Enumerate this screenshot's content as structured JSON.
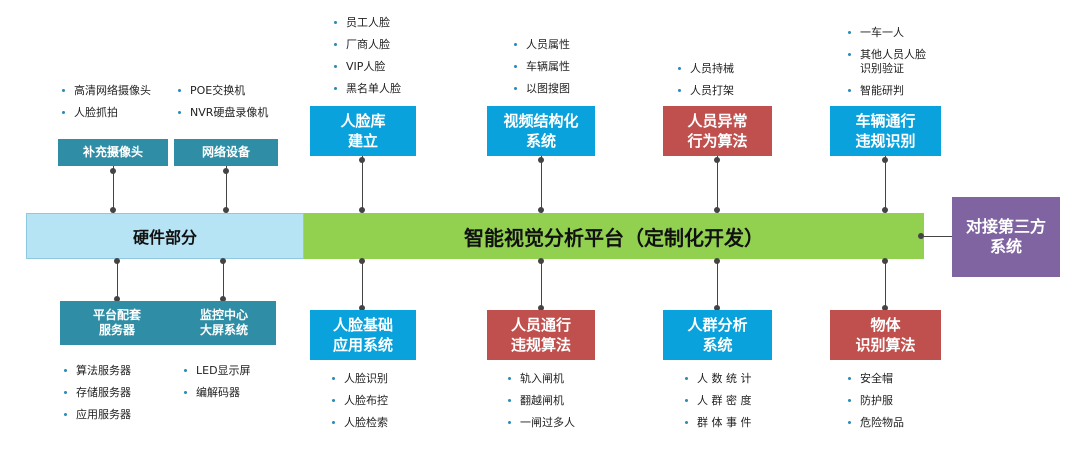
{
  "colors": {
    "blue": "#0aa2dc",
    "red": "#c0504d",
    "teal": "#2f8ea5",
    "purple": "#8064a2",
    "green": "#92d050",
    "light_blue": "#b7e4f5"
  },
  "main_bar": {
    "hardware_label": "硬件部分",
    "platform_label": "智能视觉分析平台（定制化开发）"
  },
  "third_party": {
    "label": "对接第三方\n系统"
  },
  "top": {
    "supplement_camera": {
      "label": "补充摄像头",
      "items": [
        "高清网络摄像头",
        "人脸抓拍"
      ]
    },
    "network_equipment": {
      "label": "网络设备",
      "items": [
        "POE交换机",
        "NVR硬盘录像机"
      ]
    },
    "face_library": {
      "label": "人脸库\n建立",
      "items": [
        "员工人脸",
        "厂商人脸",
        "VIP人脸",
        "黑名单人脸"
      ]
    },
    "video_structuring": {
      "label": "视频结构化\n系统",
      "items": [
        "人员属性",
        "车辆属性",
        "以图搜图"
      ]
    },
    "abnormal_behavior": {
      "label": "人员异常\n行为算法",
      "items": [
        "人员持械",
        "人员打架"
      ]
    },
    "vehicle_violation": {
      "label": "车辆通行\n违规识别",
      "items": [
        "一车一人",
        "其他人员人脸\n识别验证",
        "智能研判"
      ]
    }
  },
  "bottom": {
    "platform_servers": {
      "label": "平台配套\n服务器",
      "items": [
        "算法服务器",
        "存储服务器",
        "应用服务器"
      ]
    },
    "monitoring_center": {
      "label": "监控中心\n大屏系统",
      "items": [
        "LED显示屏",
        "编解码器"
      ]
    },
    "face_basic_app": {
      "label": "人脸基础\n应用系统",
      "items": [
        "人脸识别",
        "人脸布控",
        "人脸检索"
      ]
    },
    "personnel_violation": {
      "label": "人员通行\n违规算法",
      "items": [
        "轨入闸机",
        "翻越闸机",
        "一闸过多人"
      ]
    },
    "crowd_analysis": {
      "label": "人群分析\n系统",
      "items": [
        "人 数 统 计",
        "人 群 密 度",
        "群 体 事 件"
      ]
    },
    "object_recognition": {
      "label": "物体\n识别算法",
      "items": [
        "安全帽",
        "防护服",
        "危险物品"
      ]
    }
  }
}
